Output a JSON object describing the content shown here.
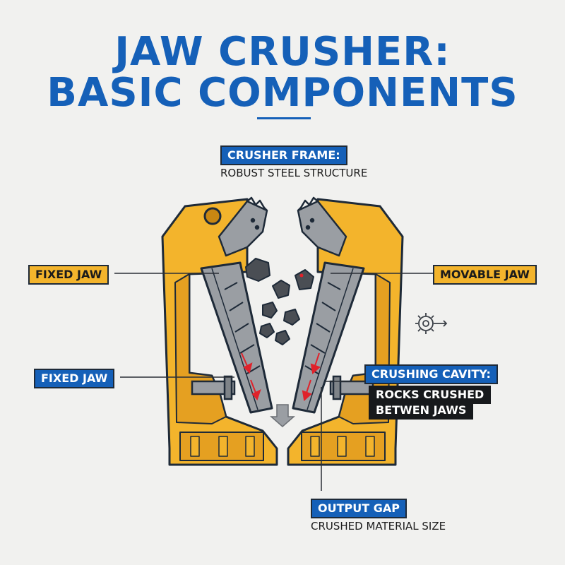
{
  "title": {
    "line1": "JAW CRUSHER:",
    "line2": "BASIC COMPONENTS"
  },
  "labels": {
    "crusher_frame": {
      "heading": "CRUSHER FRAME:",
      "desc": "ROBUST STEEL STRUCTURE"
    },
    "fixed_jaw_top": "FIXED JAW",
    "fixed_jaw_bottom": "FIXED JAW",
    "movable_jaw": "MOVABLE JAW",
    "crushing_cavity": {
      "heading": "CRUSHING CAVITY:",
      "line1": "ROCKS CRUSHED",
      "line2": "BETWEN JAWS"
    },
    "output_gap": {
      "heading": "OUTPUT GAP",
      "desc": "CRUSHED MATERIAL SIZE"
    }
  },
  "colors": {
    "title_blue": "#1560b8",
    "frame_yellow": "#f3b42c",
    "jaw_gray": "#9a9ea3",
    "outline": "#1e2a38",
    "arrow_red": "#e0222b"
  },
  "icons": [
    "gear-icon",
    "down-arrow-icon"
  ]
}
